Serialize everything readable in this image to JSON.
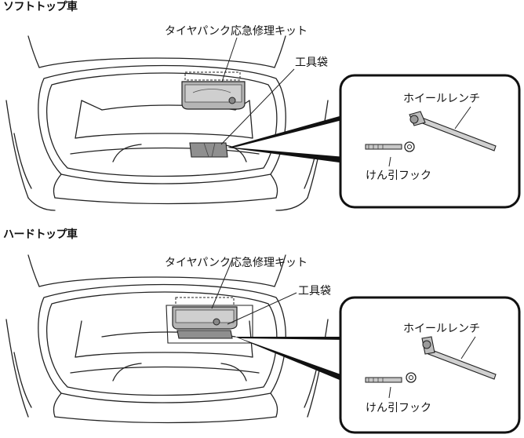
{
  "sections": [
    {
      "heading": "ソフトトップ車",
      "labels": {
        "repair_kit": "タイヤパンク応急修理キット",
        "tool_bag": "工具袋",
        "wheel_wrench": "ホイールレンチ",
        "tow_hook": "けん引フック"
      }
    },
    {
      "heading": "ハードトップ車",
      "labels": {
        "repair_kit": "タイヤパンク応急修理キット",
        "tool_bag": "工具袋",
        "wheel_wrench": "ホイールレンチ",
        "tow_hook": "けん引フック"
      }
    }
  ]
}
